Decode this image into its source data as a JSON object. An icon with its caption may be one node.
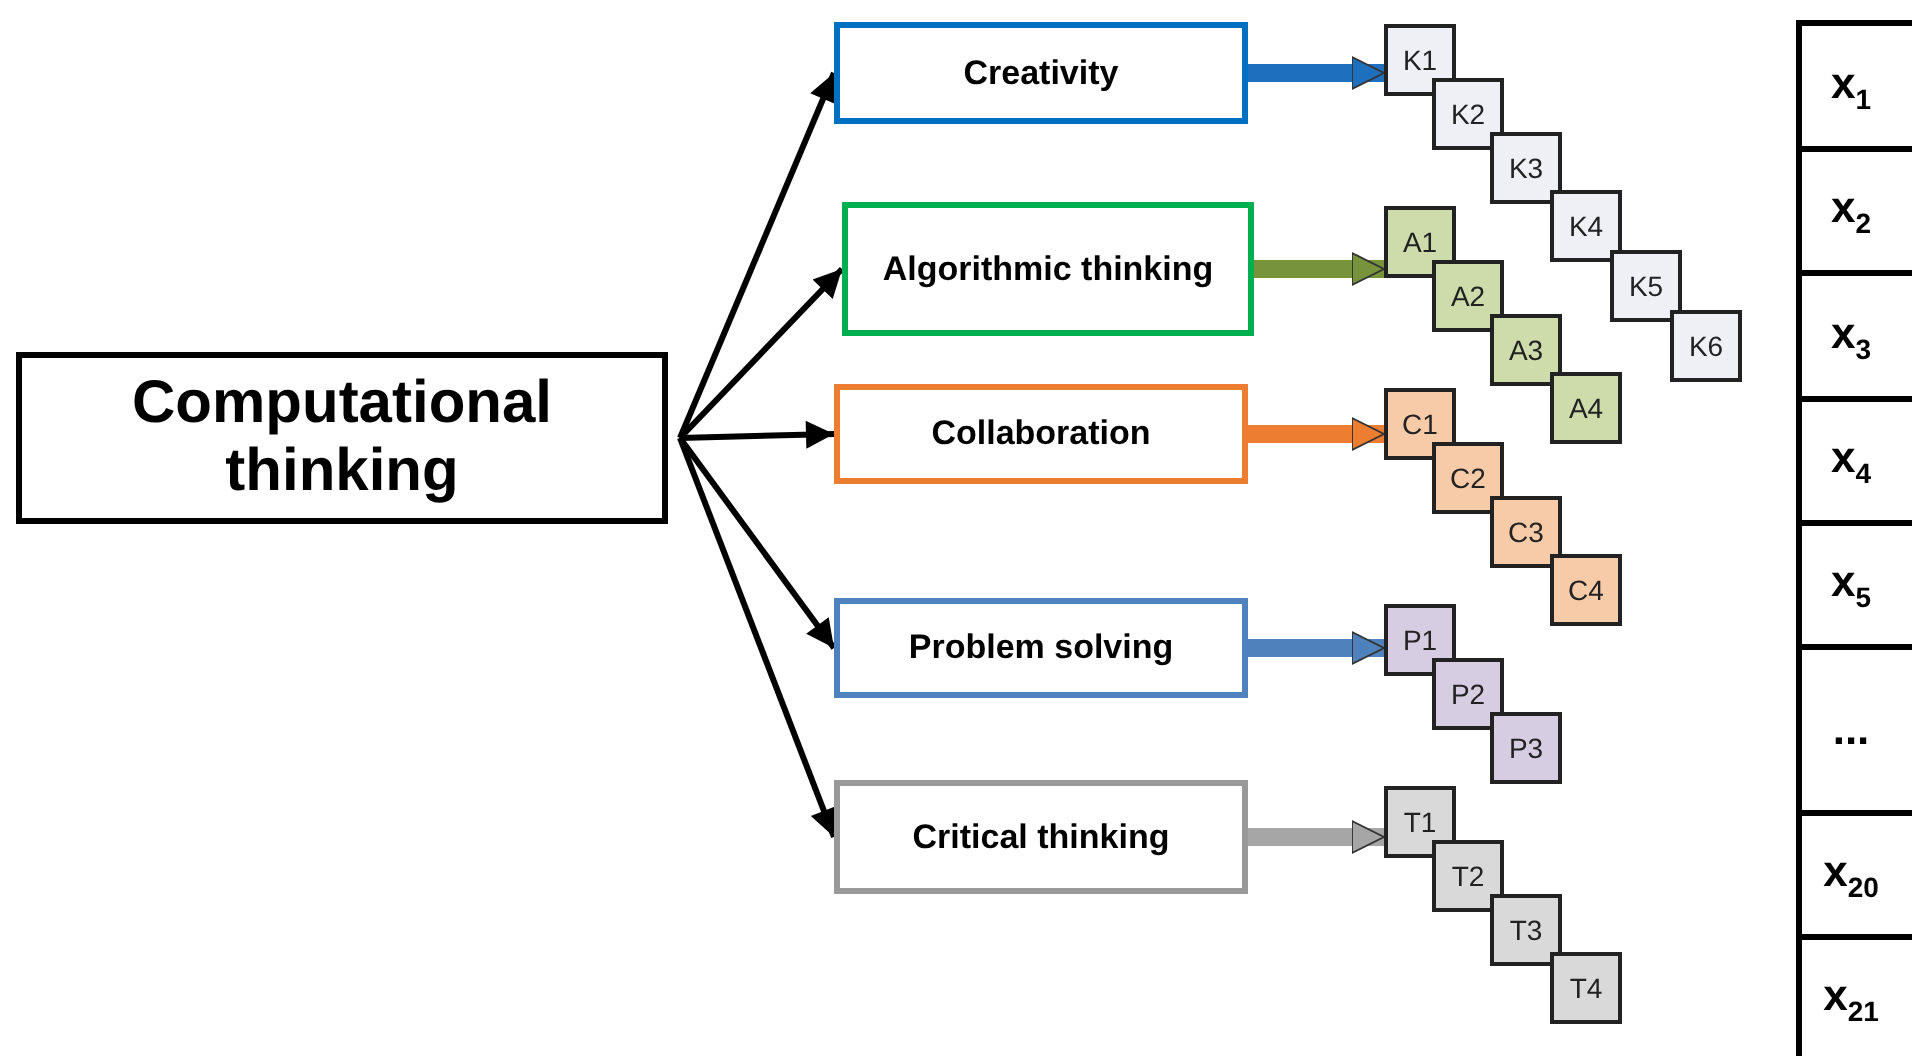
{
  "diagram": {
    "nodes": [
      {
        "text": [
          "Computational thinking"
        ]
      },
      {
        "text": [
          "Creativity"
        ]
      },
      {
        "text": [
          "Algorithmic thinking"
        ]
      },
      {
        "text": [
          "Collaboration"
        ]
      },
      {
        "text": [
          "Problem solving"
        ]
      },
      {
        "text": [
          "Critical thinking"
        ]
      },
      {
        "text": [
          "K1"
        ]
      },
      {
        "text": [
          "K2"
        ]
      },
      {
        "text": [
          "K3"
        ]
      },
      {
        "text": [
          "K4"
        ]
      },
      {
        "text": [
          "K5"
        ]
      },
      {
        "text": [
          "K6"
        ]
      },
      {
        "text": [
          "A1"
        ]
      },
      {
        "text": [
          "A2"
        ]
      },
      {
        "text": [
          "A3"
        ]
      },
      {
        "text": [
          "A4"
        ]
      },
      {
        "text": [
          "C1"
        ]
      },
      {
        "text": [
          "C2"
        ]
      },
      {
        "text": [
          "C3"
        ]
      },
      {
        "text": [
          "C4"
        ]
      },
      {
        "text": [
          "P1"
        ]
      },
      {
        "text": [
          "P2"
        ]
      },
      {
        "text": [
          "P3"
        ]
      },
      {
        "text": [
          "T1"
        ]
      },
      {
        "text": [
          "T2"
        ]
      },
      {
        "text": [
          "T3"
        ]
      },
      {
        "text": [
          "T4"
        ]
      }
    ],
    "edges": [
      {
        "from": 0,
        "to": 1,
        "arrow": "to"
      },
      {
        "from": 0,
        "to": 2,
        "arrow": "to"
      },
      {
        "from": 0,
        "to": 3,
        "arrow": "to"
      },
      {
        "from": 0,
        "to": 4,
        "arrow": "to"
      },
      {
        "from": 0,
        "to": 5,
        "arrow": "to"
      },
      {
        "from": 1,
        "to": 6,
        "arrow": "to",
        "style": "thick",
        "color": "#1f6fbf"
      },
      {
        "from": 2,
        "to": 12,
        "arrow": "to",
        "style": "thick",
        "color": "#77933c"
      },
      {
        "from": 3,
        "to": 16,
        "arrow": "to",
        "style": "thick",
        "color": "#ed7d31"
      },
      {
        "from": 4,
        "to": 20,
        "arrow": "to",
        "style": "thick",
        "color": "#4f81bd"
      },
      {
        "from": 5,
        "to": 23,
        "arrow": "to",
        "style": "thick",
        "color": "#a6a6a6"
      }
    ],
    "labels": [
      "x$_{1}$",
      "x$_{2}$",
      "x$_{3}$",
      "x$_{4}$",
      "x$_{5}$",
      "...",
      "x$_{20}$",
      "x$_{21}$"
    ]
  }
}
